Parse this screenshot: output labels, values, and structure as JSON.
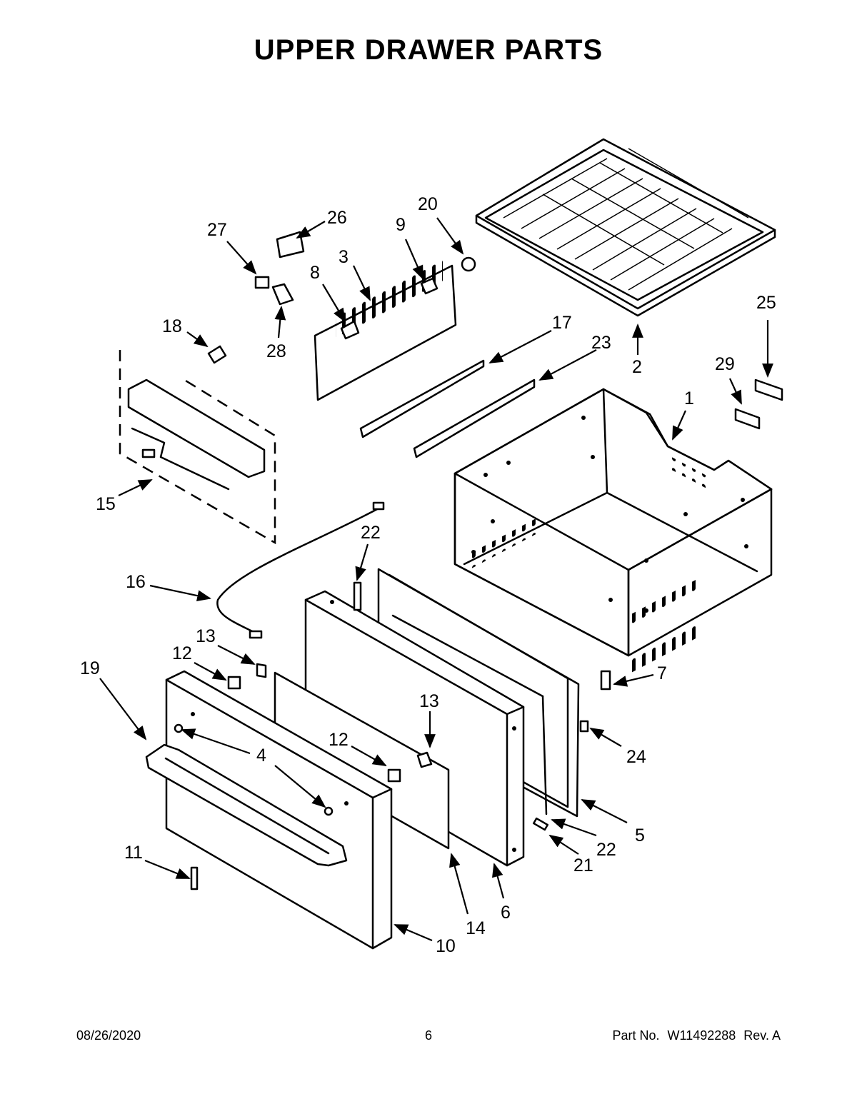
{
  "title": "UPPER DRAWER PARTS",
  "callouts": [
    "1",
    "2",
    "3",
    "4",
    "5",
    "6",
    "7",
    "8",
    "9",
    "10",
    "11",
    "12",
    "12",
    "13",
    "13",
    "14",
    "15",
    "16",
    "17",
    "18",
    "19",
    "20",
    "21",
    "22",
    "22",
    "23",
    "24",
    "25",
    "26",
    "27",
    "28",
    "29"
  ],
  "footer": {
    "date": "08/26/2020",
    "page": "6",
    "part_label": "Part No.",
    "part_number": "W11492288",
    "revision": "Rev. A"
  }
}
